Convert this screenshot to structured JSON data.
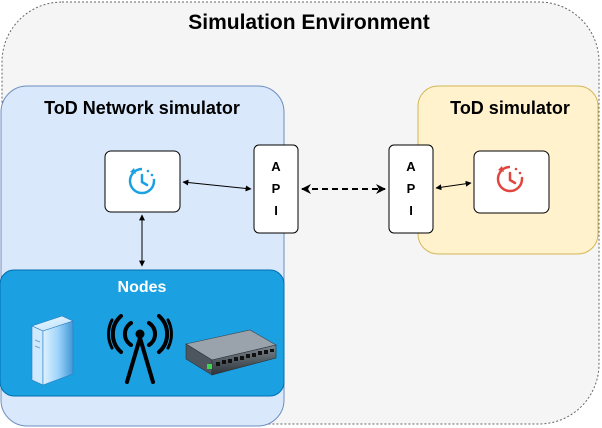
{
  "diagram": {
    "title": "Simulation Environment",
    "network_sim": {
      "title": "ToD Network simulator",
      "nodes_label": "Nodes",
      "icons": [
        "clock-refresh-icon",
        "server-icon",
        "antenna-icon",
        "network-switch-icon"
      ]
    },
    "tod_sim": {
      "title": "ToD simulator",
      "icons": [
        "clock-refresh-icon"
      ]
    },
    "api_left": [
      "A",
      "P",
      "I"
    ],
    "api_right": [
      "A",
      "P",
      "I"
    ],
    "colors": {
      "environment_bg": "#f5f5f5",
      "network_bg": "#dae8fc",
      "network_border": "#6c8ebf",
      "nodes_bg": "#1ba1e2",
      "tod_bg": "#fff2cc",
      "tod_border": "#d6b656",
      "clock_blue": "#1ba1e2",
      "clock_red": "#e0463f"
    }
  }
}
